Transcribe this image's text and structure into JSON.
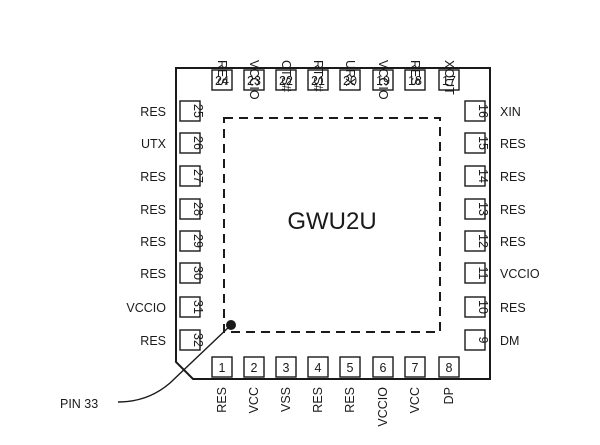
{
  "package": {
    "name": "GWU2U",
    "pin33_callout": "PIN 33"
  },
  "pins": {
    "bottom": [
      {
        "num": "1",
        "label": "RES"
      },
      {
        "num": "2",
        "label": "VCC"
      },
      {
        "num": "3",
        "label": "VSS"
      },
      {
        "num": "4",
        "label": "RES"
      },
      {
        "num": "5",
        "label": "RES"
      },
      {
        "num": "6",
        "label": "VCCIO"
      },
      {
        "num": "7",
        "label": "VCC"
      },
      {
        "num": "8",
        "label": "DP"
      }
    ],
    "right": [
      {
        "num": "9",
        "label": "DM"
      },
      {
        "num": "10",
        "label": "RES"
      },
      {
        "num": "11",
        "label": "VCCIO"
      },
      {
        "num": "12",
        "label": "RES"
      },
      {
        "num": "13",
        "label": "RES"
      },
      {
        "num": "14",
        "label": "RES"
      },
      {
        "num": "15",
        "label": "RES"
      },
      {
        "num": "16",
        "label": "XIN"
      }
    ],
    "top": [
      {
        "num": "17",
        "label": "XOUT"
      },
      {
        "num": "18",
        "label": "RES"
      },
      {
        "num": "19",
        "label": "VCCIO"
      },
      {
        "num": "20",
        "label": "URX"
      },
      {
        "num": "21",
        "label": "RTS#"
      },
      {
        "num": "22",
        "label": "CTS#"
      },
      {
        "num": "23",
        "label": "VCCIO"
      },
      {
        "num": "24",
        "label": "RES"
      }
    ],
    "left": [
      {
        "num": "25",
        "label": "RES"
      },
      {
        "num": "26",
        "label": "UTX"
      },
      {
        "num": "27",
        "label": "RES"
      },
      {
        "num": "28",
        "label": "RES"
      },
      {
        "num": "29",
        "label": "RES"
      },
      {
        "num": "30",
        "label": "RES"
      },
      {
        "num": "31",
        "label": "VCCIO"
      },
      {
        "num": "32",
        "label": "RES"
      }
    ]
  }
}
